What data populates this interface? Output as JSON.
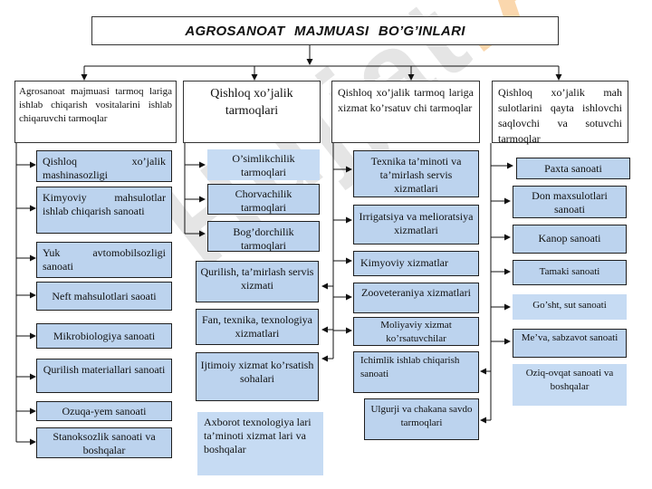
{
  "title": "AGROSANOAT   MAJMUASI     BO’G’INLARI",
  "watermark": {
    "text_a": "Hujjat",
    "text_b": ".A"
  },
  "columns": [
    {
      "header": "Agrosanoat majmuasi tarmoq lariga ishlab chiqarish vositalarini ishlab chiqaruvchi tarmoqlar",
      "items": [
        "Qishloq xo’jalik mashinasozligi",
        "Kimyoviy mahsulotlar ishlab chiqarish sanoati",
        "Yuk avtomobilsozligi sanoati",
        "Neft mahsulotlari saoati",
        "Mikrobiologiya sanoati",
        "Qurilish materiallari sanoati",
        "Ozuqa-yem sanoati",
        "Stanoksozlik sanoati va boshqalar"
      ]
    },
    {
      "header": "Qishloq xo’jalik tarmoqlari",
      "items": [
        "O’simlikchilik tarmoqlari",
        "Chorvachilik tarmoqlari",
        "Bog’dorchilik tarmoqlari",
        "Qurilish, ta’mirlash servis xizmati",
        "Fan, texnika, texnologiya xizmatlari",
        "Ijtimoiy xizmat ko’rsatish sohalari",
        "Axborot texnologiya lari ta’minoti xizmat lari va boshqalar"
      ]
    },
    {
      "header": "Qishloq xo’jalik tarmoq lariga xizmat ko’rsatuv chi tarmoqlar",
      "items": [
        "Texnika ta’minoti va ta’mirlash servis xizmatlari",
        "Irrigatsiya va melioratsiya xizmatlari",
        "Kimyoviy xizmatlar",
        "Zooveteraniya xizmatlari",
        "Moliyaviy xizmat ko’rsatuvchilar",
        "Ichimlik ishlab chiqarish sanoati",
        "Ulgurji va chakana savdo tarmoqlari"
      ]
    },
    {
      "header": "Qishloq xo’jalik mah sulotlarini qayta ishlovchi saqlovchi va sotuvchi tarmoqlar",
      "items": [
        "Paxta sanoati",
        "Don maxsulotlari sanoati",
        "Kanop sanoati",
        "Tamaki sanoati",
        "Go’sht, sut sanoati",
        "Me’va, sabzavot sanoati",
        "Oziq-ovqat sanoati va boshqalar"
      ]
    }
  ]
}
